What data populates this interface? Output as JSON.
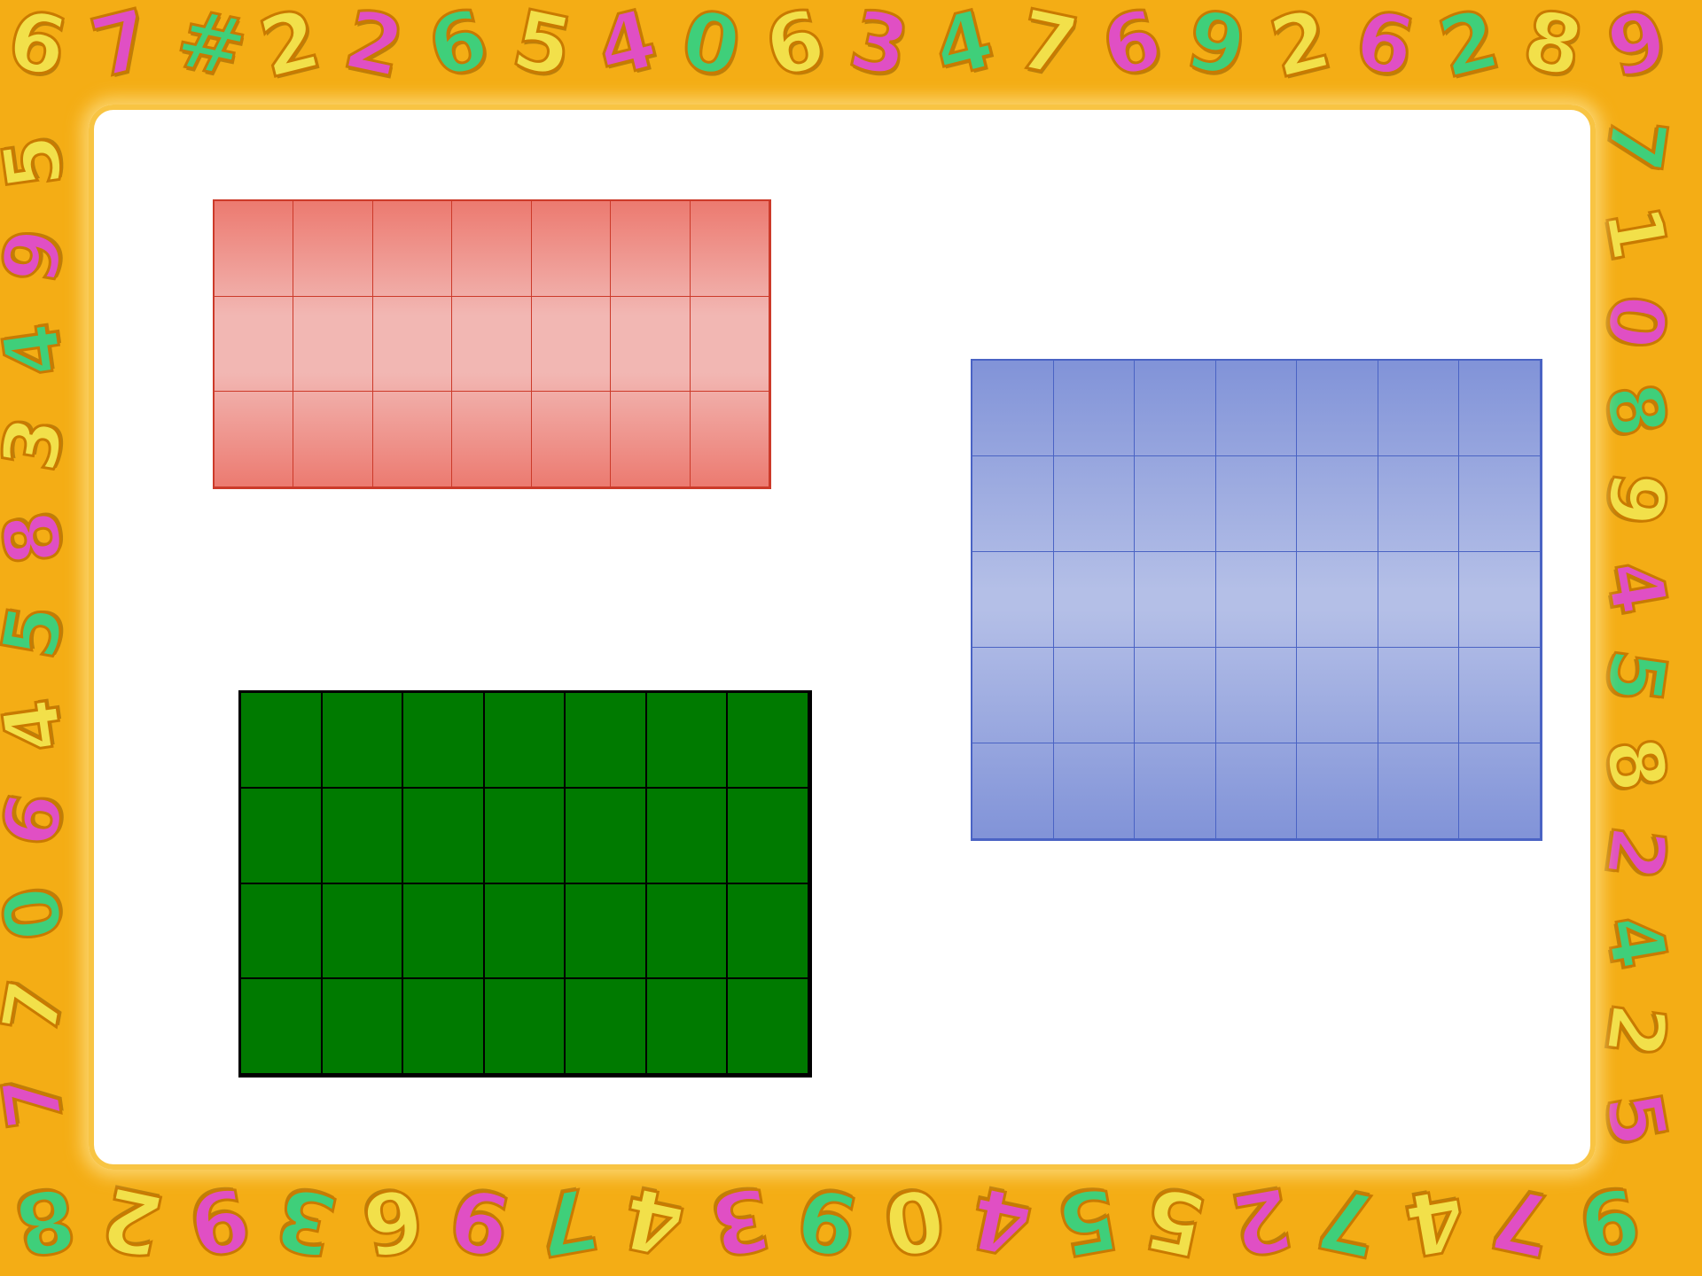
{
  "slide": {
    "background_color": "#f4ad15",
    "panel_color": "#ffffff"
  },
  "border": {
    "icon": "decorative-number-frame",
    "glyph_colors": [
      "#f2e04a",
      "#e04fc4",
      "#3fcf7a"
    ],
    "top": [
      "6",
      "7",
      "#",
      "2",
      "2",
      "6",
      "5",
      "4",
      "0",
      "6",
      "3",
      "4",
      "7",
      "6",
      "9",
      "2",
      "6",
      "2",
      "8",
      "9"
    ],
    "bottom": [
      "8",
      "2",
      "9",
      "3",
      "6",
      "9",
      "7",
      "4",
      "3",
      "9",
      "0",
      "4",
      "5",
      "5",
      "2",
      "7",
      "4",
      "7",
      "9"
    ],
    "left": [
      "5",
      "9",
      "4",
      "3",
      "8",
      "5",
      "4",
      "6",
      "0",
      "7",
      "7"
    ],
    "right": [
      "7",
      "1",
      "0",
      "8",
      "9",
      "4",
      "5",
      "8",
      "2",
      "4",
      "2",
      "5"
    ]
  },
  "grids": {
    "red": {
      "rows": 3,
      "cols": 7,
      "color": "#ec7a70",
      "line_color": "#cc3a2a"
    },
    "blue": {
      "rows": 5,
      "cols": 7,
      "color": "#8193d8",
      "line_color": "#4a63c4"
    },
    "green": {
      "rows": 4,
      "cols": 7,
      "color": "#007a00",
      "line_color": "#000000"
    }
  }
}
